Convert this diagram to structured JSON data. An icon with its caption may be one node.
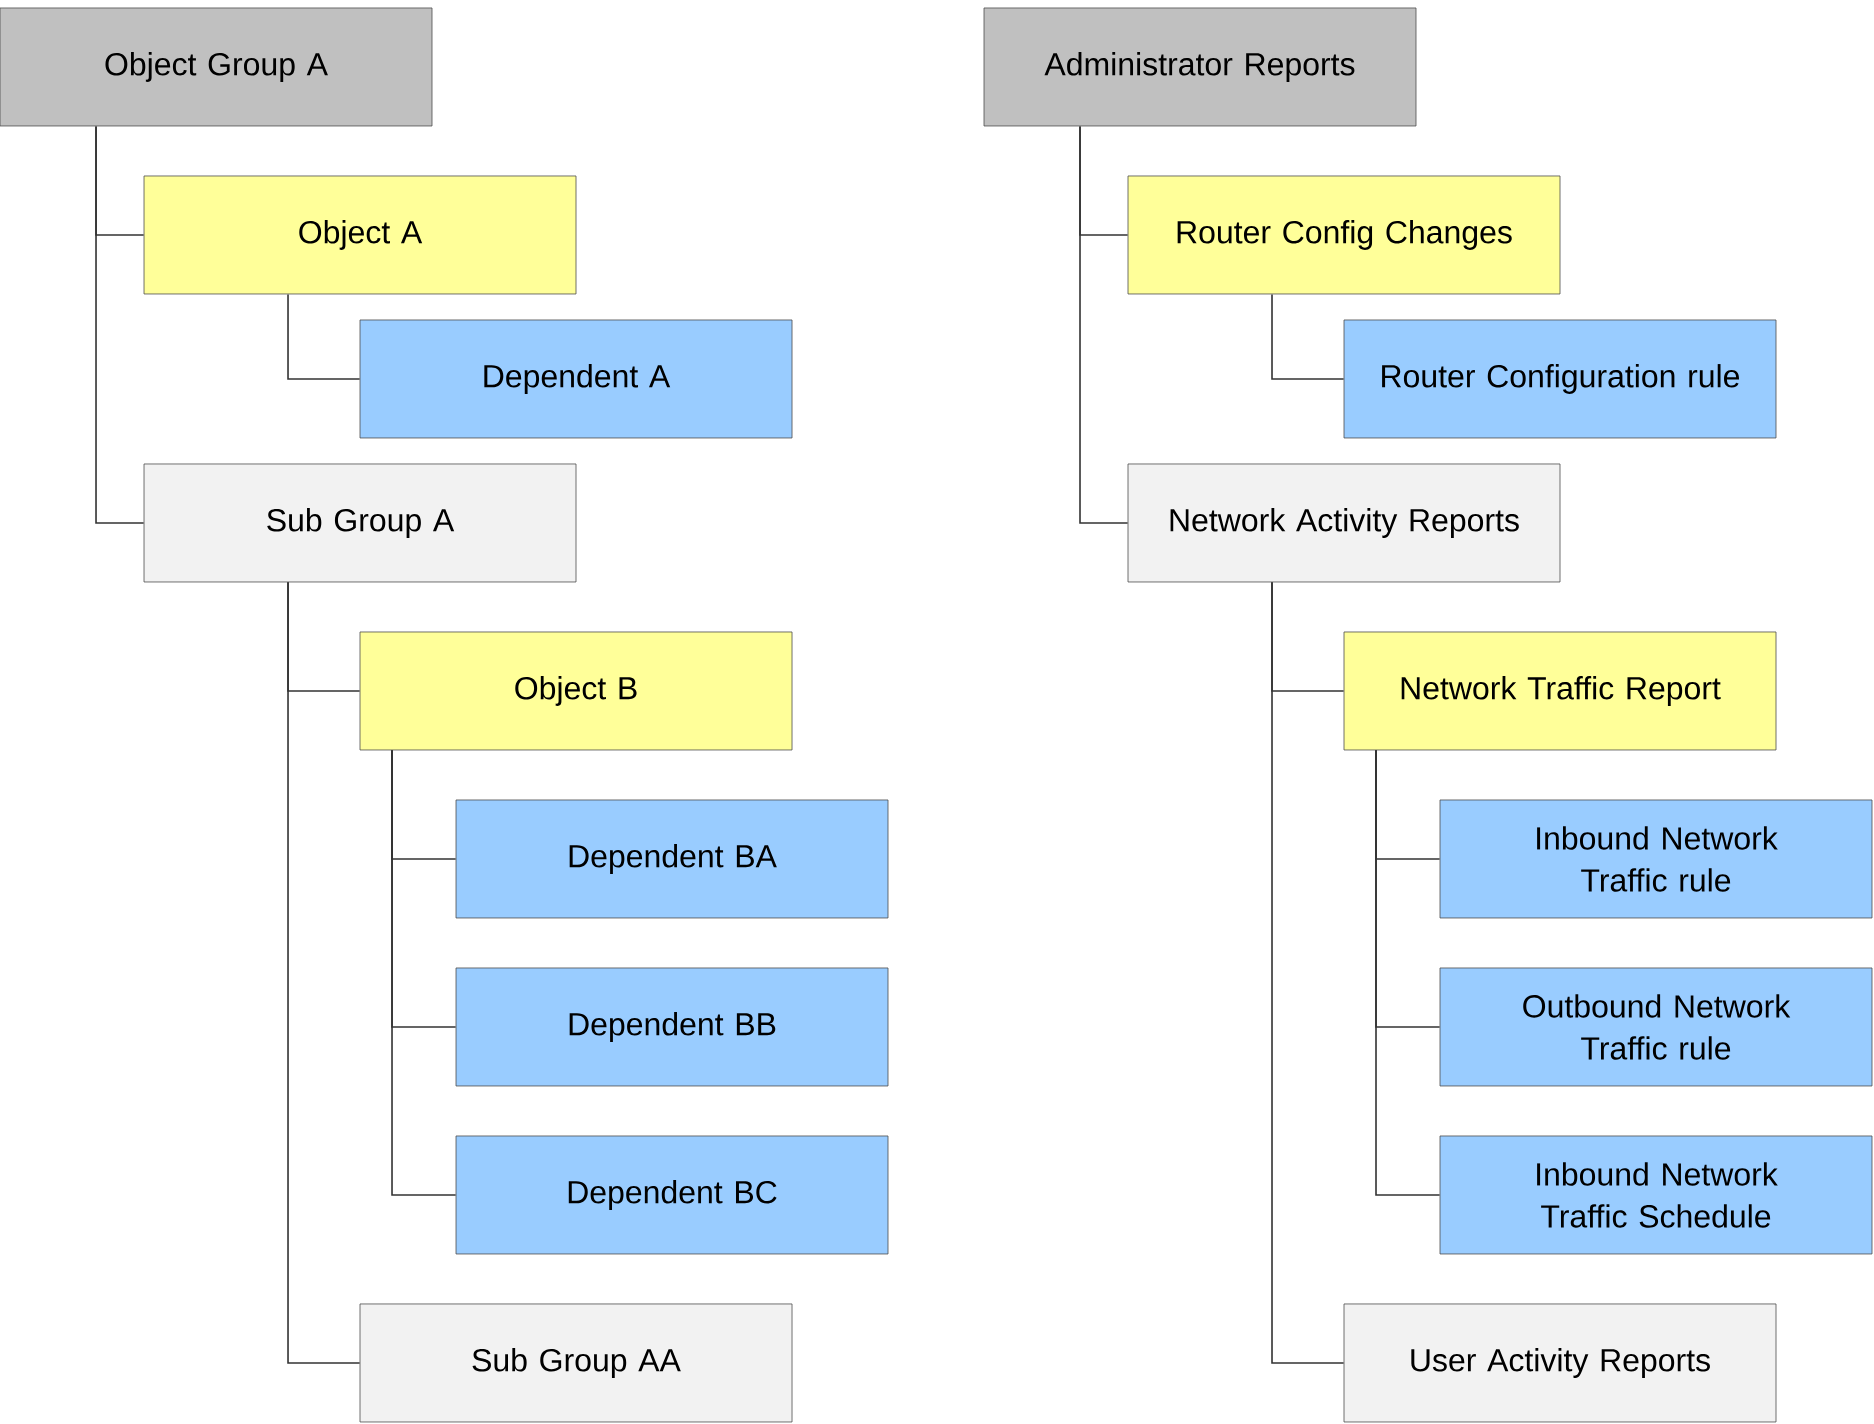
{
  "diagram": {
    "nodes": [
      {
        "text": [
          "Object Group A"
        ]
      },
      {
        "text": [
          "Object A"
        ]
      },
      {
        "text": [
          "Dependent A"
        ]
      },
      {
        "text": [
          "Sub Group A"
        ]
      },
      {
        "text": [
          "Object B"
        ]
      },
      {
        "text": [
          "Dependent BA"
        ]
      },
      {
        "text": [
          "Dependent BB"
        ]
      },
      {
        "text": [
          "Dependent BC"
        ]
      },
      {
        "text": [
          "Sub Group AA"
        ]
      },
      {
        "text": [
          "Administrator Reports"
        ]
      },
      {
        "text": [
          "Router Config Changes"
        ]
      },
      {
        "text": [
          "Router Configuration rule"
        ]
      },
      {
        "text": [
          "Network Activity Reports"
        ]
      },
      {
        "text": [
          "Network Traffic Report"
        ]
      },
      {
        "text": [
          "Inbound Network Traffic rule"
        ]
      },
      {
        "text": [
          "Outbound Network Traffic rule"
        ]
      },
      {
        "text": [
          "Inbound Network Traffic Schedule"
        ]
      },
      {
        "text": [
          "User Activity Reports"
        ]
      }
    ],
    "edges": [
      {
        "from": 0,
        "to": 1,
        "arrow": "none"
      },
      {
        "from": 1,
        "to": 2,
        "arrow": "none"
      },
      {
        "from": 0,
        "to": 3,
        "arrow": "none"
      },
      {
        "from": 3,
        "to": 4,
        "arrow": "none"
      },
      {
        "from": 4,
        "to": 5,
        "arrow": "none"
      },
      {
        "from": 4,
        "to": 6,
        "arrow": "none"
      },
      {
        "from": 4,
        "to": 7,
        "arrow": "none"
      },
      {
        "from": 3,
        "to": 8,
        "arrow": "none"
      },
      {
        "from": 9,
        "to": 10,
        "arrow": "none"
      },
      {
        "from": 10,
        "to": 11,
        "arrow": "none"
      },
      {
        "from": 9,
        "to": 12,
        "arrow": "none"
      },
      {
        "from": 12,
        "to": 13,
        "arrow": "none"
      },
      {
        "from": 13,
        "to": 14,
        "arrow": "none"
      },
      {
        "from": 13,
        "to": 15,
        "arrow": "none"
      },
      {
        "from": 13,
        "to": 16,
        "arrow": "none"
      },
      {
        "from": 12,
        "to": 17,
        "arrow": "none"
      }
    ]
  }
}
